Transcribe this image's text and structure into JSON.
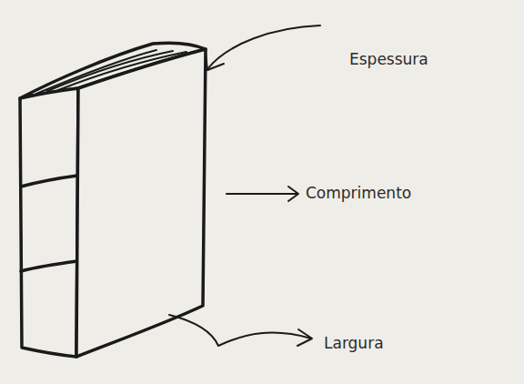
{
  "diagram": {
    "labels": [
      "Espessura",
      "Comprimento",
      "Largura"
    ]
  }
}
